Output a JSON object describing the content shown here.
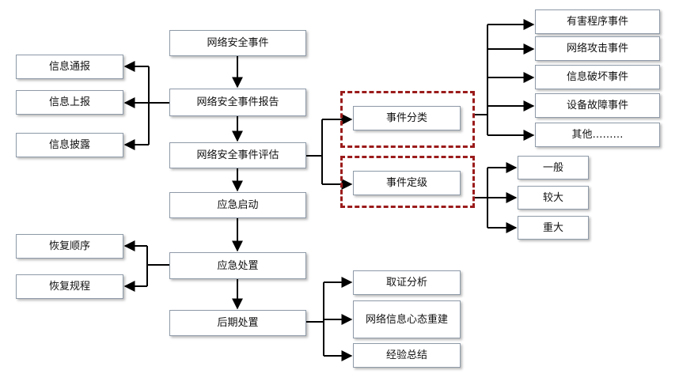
{
  "nodes": {
    "event": "网络安全事件",
    "report": "网络安全事件报告",
    "assess": "网络安全事件评估",
    "start": "应急启动",
    "handle": "应急处置",
    "later": "后期处置",
    "notify": "信息通报",
    "submit": "信息上报",
    "disclose": "信息披露",
    "classify": "事件分类",
    "grade": "事件定级",
    "malware": "有害程序事件",
    "attack": "网络攻击事件",
    "damage": "信息破坏事件",
    "fault": "设备故障事件",
    "other": "其他………",
    "general": "一般",
    "large": "较大",
    "major": "重大",
    "order": "恢复顺序",
    "rules": "恢复规程",
    "evidence": "取证分析",
    "rebuild": "网络信息心态重建",
    "summary": "经验总结"
  },
  "colors": {
    "node_border": "#8e9aa8",
    "line": "#000000",
    "dashed_group": "#9b1b1b"
  }
}
